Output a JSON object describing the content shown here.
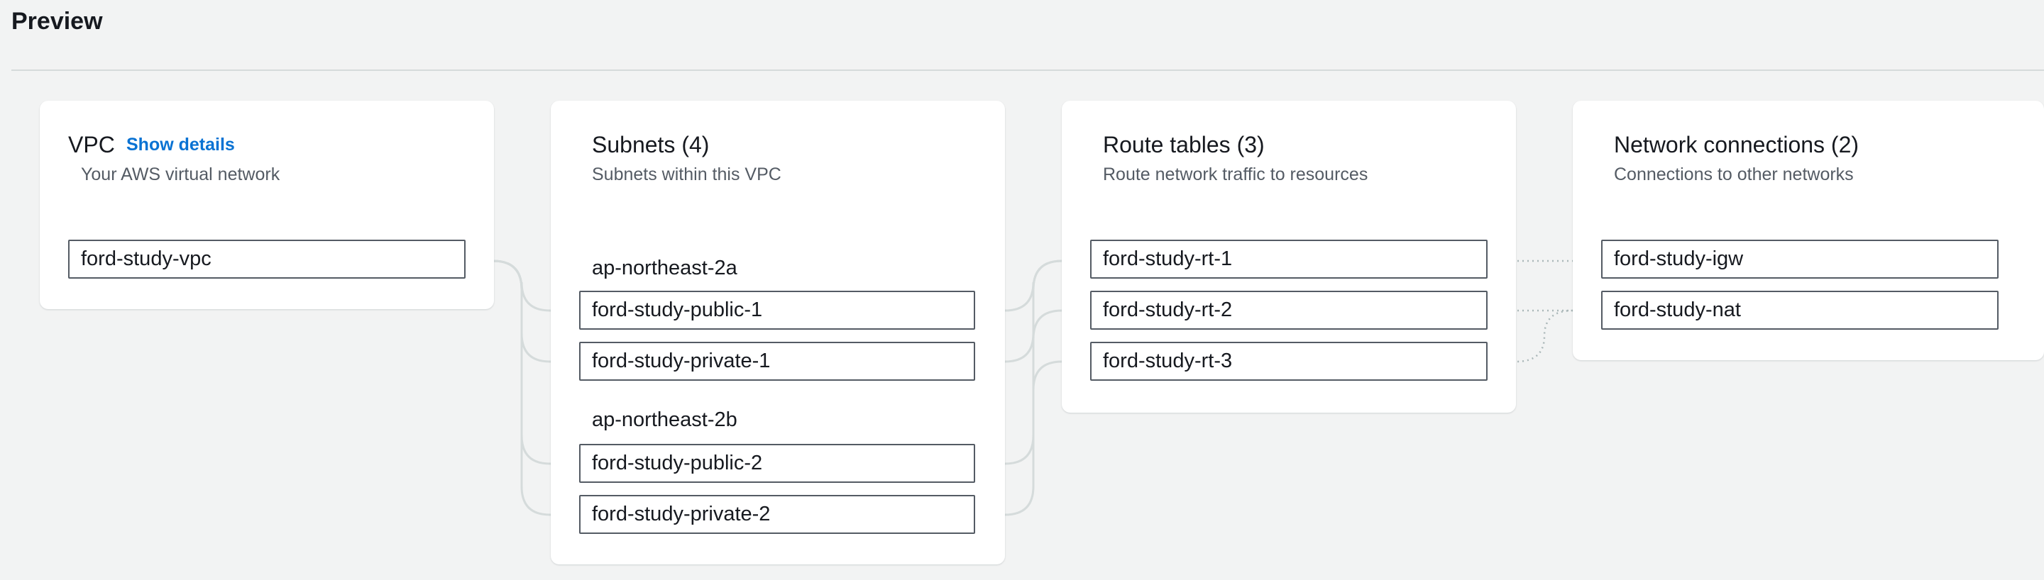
{
  "page": {
    "title": "Preview"
  },
  "vpc": {
    "title": "VPC",
    "show_details": "Show details",
    "description": "Your AWS virtual network",
    "node": "ford-study-vpc"
  },
  "subnets": {
    "title": "Subnets (4)",
    "description": "Subnets within this VPC",
    "zones": [
      {
        "name": "ap-northeast-2a",
        "items": [
          "ford-study-public-1",
          "ford-study-private-1"
        ]
      },
      {
        "name": "ap-northeast-2b",
        "items": [
          "ford-study-public-2",
          "ford-study-private-2"
        ]
      }
    ]
  },
  "route_tables": {
    "title": "Route tables (3)",
    "description": "Route network traffic to resources",
    "items": [
      "ford-study-rt-1",
      "ford-study-rt-2",
      "ford-study-rt-3"
    ]
  },
  "network_connections": {
    "title": "Network connections (2)",
    "description": "Connections to other networks",
    "items": [
      "ford-study-igw",
      "ford-study-nat"
    ]
  },
  "colors": {
    "background": "#f2f3f3",
    "card": "#ffffff",
    "link": "#0972d3",
    "connector": "#d5dbdb",
    "node_border": "#545b64"
  }
}
